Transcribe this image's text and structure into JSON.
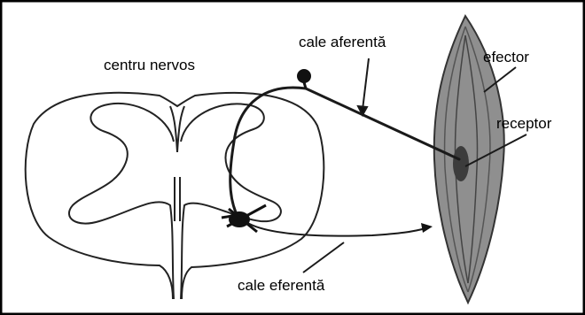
{
  "labels": {
    "center": "centru nervos",
    "afferent": "cale aferentă",
    "efferent": "cale eferentă",
    "effector": "efector",
    "receptor": "receptor"
  },
  "colors": {
    "border": "#000000",
    "line": "#1a1a1a",
    "muscle": "#8f8f8f",
    "muscle_dark": "#5a5a5a",
    "background": "#ffffff"
  }
}
